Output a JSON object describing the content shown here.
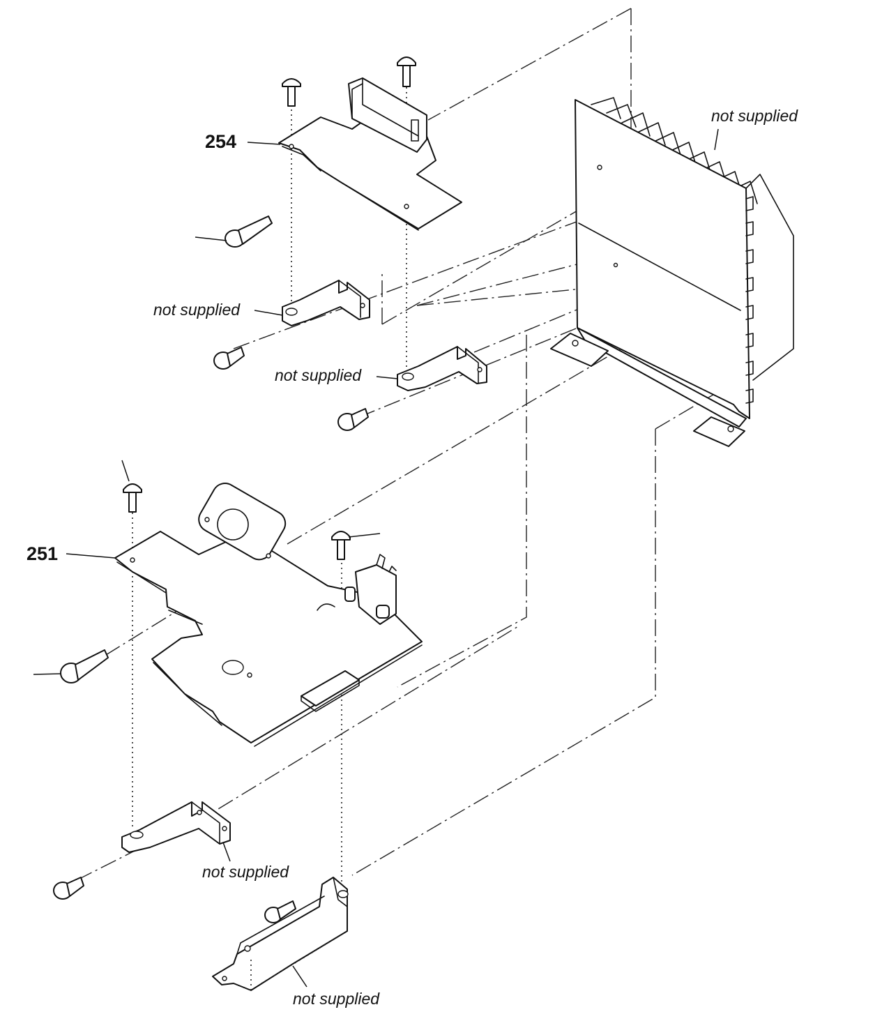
{
  "labels": {
    "part_254": "254",
    "part_251": "251",
    "note_heatsink": "not supplied",
    "note_bracket_upper_left": "not supplied",
    "note_bracket_upper_mid": "not supplied",
    "note_bracket_lower_left": "not supplied",
    "note_bracket_bottom": "not supplied"
  }
}
